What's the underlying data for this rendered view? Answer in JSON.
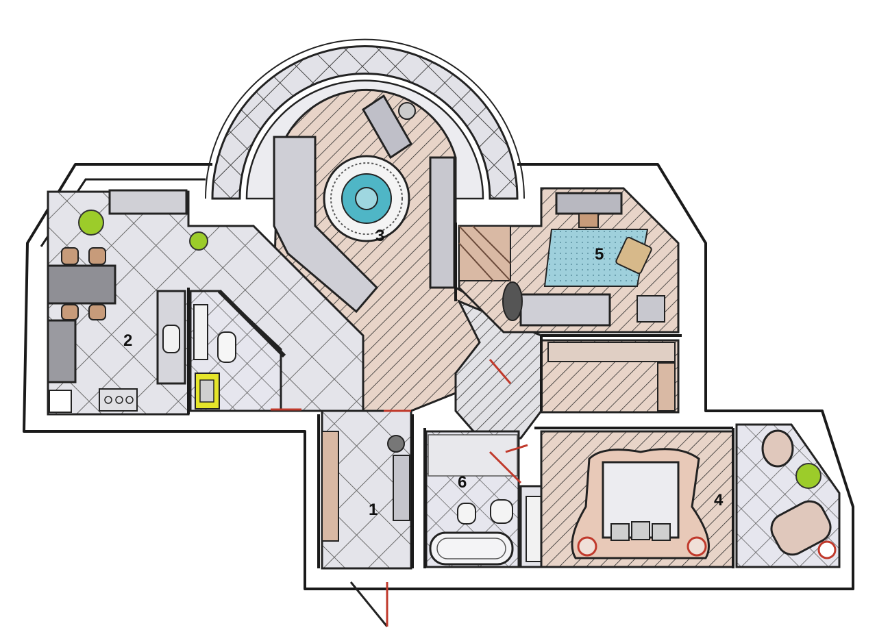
{
  "rooms": [
    {
      "id": "hall",
      "number": "1"
    },
    {
      "id": "kitchen",
      "number": "2"
    },
    {
      "id": "living",
      "number": "3"
    },
    {
      "id": "bedroom",
      "number": "4"
    },
    {
      "id": "study",
      "number": "5"
    },
    {
      "id": "bathroom",
      "number": "6"
    }
  ],
  "colors": {
    "wall": "#1a1a1a",
    "tile": "#e6e6ea",
    "tile_grid": "#6a6a6a",
    "hatch": "#2a2a2a",
    "wood": "#d9b9a4",
    "rug": "#8cc7d6",
    "pool": "#4fb6c6",
    "plant": "#9ccc2a",
    "accent": "#c0392b",
    "furniture": "#c9c9cf",
    "cushion": "#c79b7a"
  }
}
